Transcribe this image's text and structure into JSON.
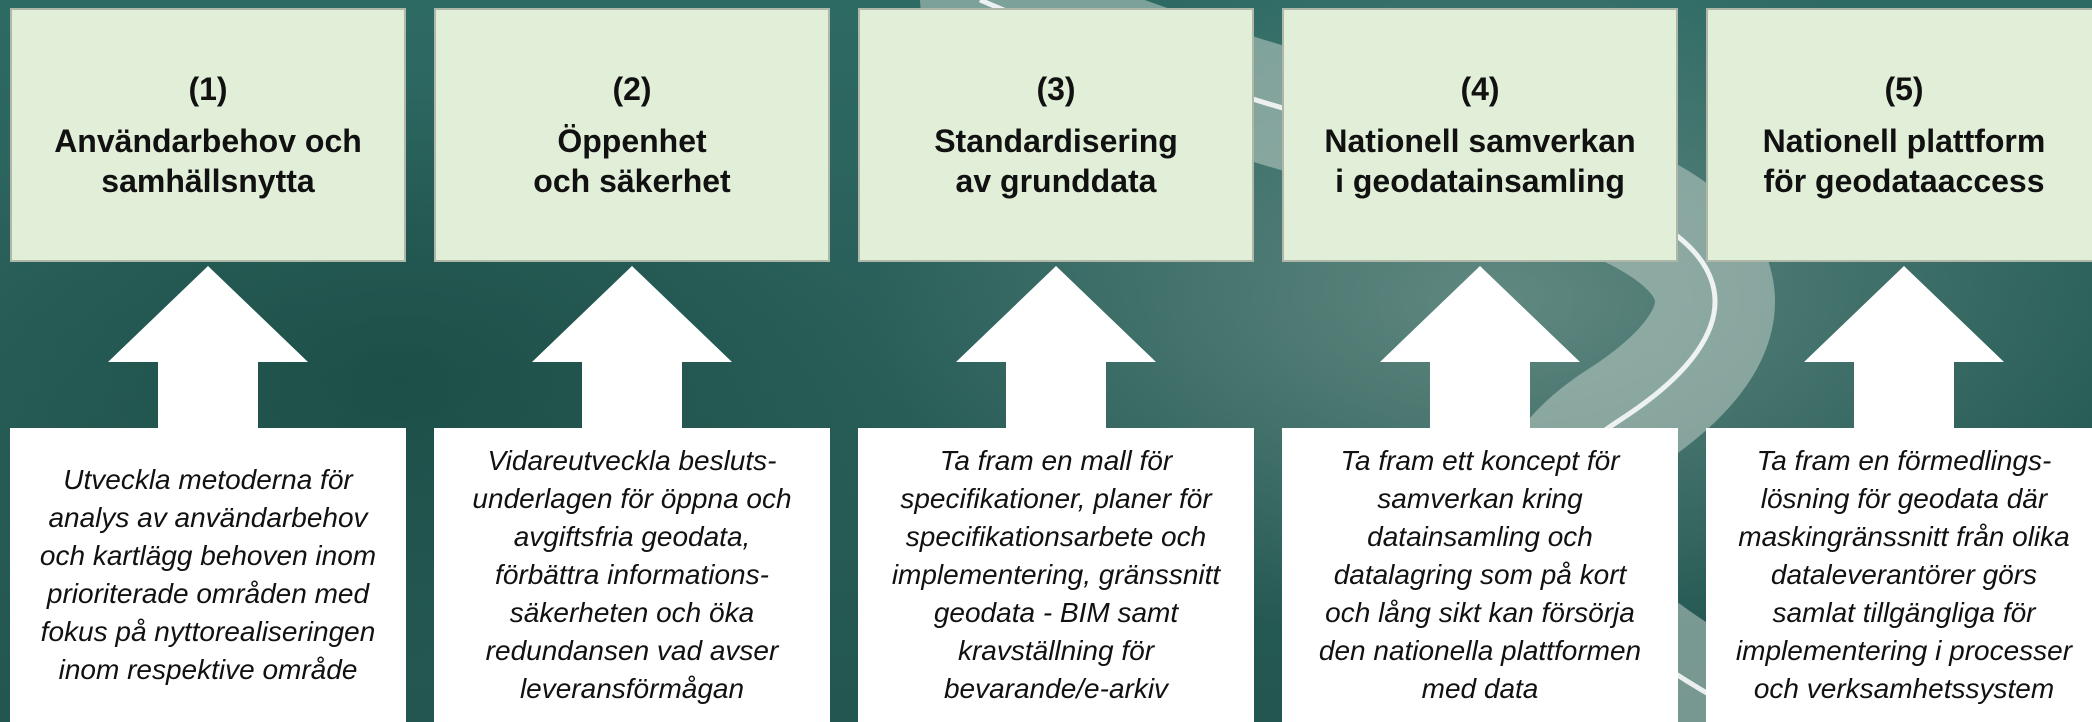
{
  "columns": [
    {
      "number": "(1)",
      "title": "Användarbehov och\nsamhällsnytta",
      "description": "Utveckla metoderna för\nanalys av användarbehov\noch kartlägg behoven inom\nprioriterade områden med\nfokus på nyttorealiseringen\ninom respektive område"
    },
    {
      "number": "(2)",
      "title": "Öppenhet\noch säkerhet",
      "description": "Vidareutveckla besluts-\nunderlagen för öppna och\navgiftsfria geodata,\nförbättra informations-\nsäkerheten och öka\nredundansen vad avser\nleveransförmågan"
    },
    {
      "number": "(3)",
      "title": "Standardisering\nav grunddata",
      "description": "Ta fram en mall för\nspecifikationer, planer för\nspecifikationsarbete och\nimplementering, gränssnitt\ngeodata - BIM samt\nkravställning för\nbevarande/e-arkiv"
    },
    {
      "number": "(4)",
      "title": "Nationell samverkan\ni geodatainsamling",
      "description": "Ta fram ett koncept för\nsamverkan kring\ndatainsamling och\ndatalagring som på kort\noch lång sikt kan försörja\nden nationella plattformen\nmed data"
    },
    {
      "number": "(5)",
      "title": "Nationell plattform\nför geodataaccess",
      "description": "Ta fram en förmedlings-\nlösning för geodata där\nmaskingränssnitt från olika\ndataleverantörer görs\nsamlat tillgängliga för\nimplementering i processer\noch verksamhetssystem"
    }
  ],
  "colors": {
    "header_fill": "#e1eed8",
    "header_border": "#aeb7a8",
    "body_fill": "#ffffff",
    "arrow_fill": "#ffffff",
    "background": "#2a5f5a"
  },
  "icons": {
    "arrow": "up-arrow-icon",
    "background": "road-background"
  }
}
